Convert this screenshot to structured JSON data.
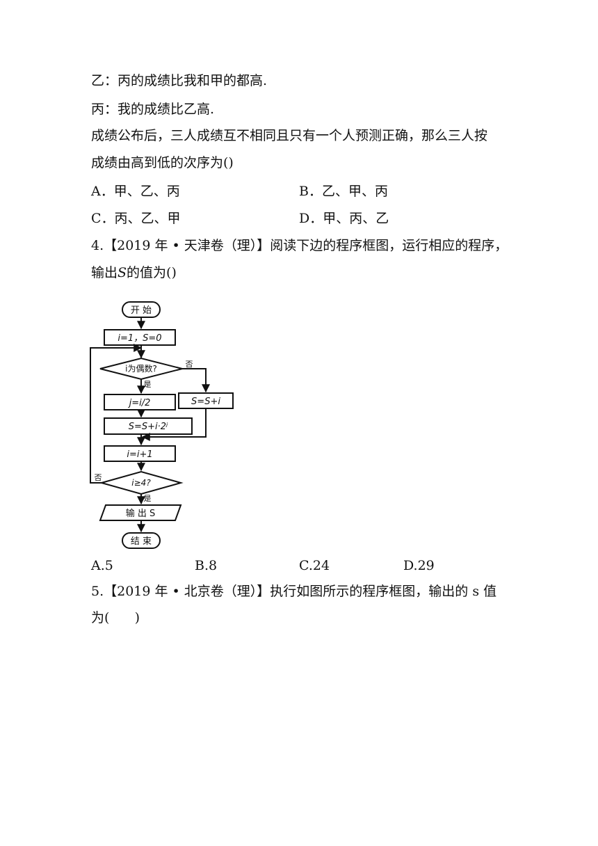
{
  "lines": {
    "l1": "乙：丙的成绩比我和甲的都高.",
    "l2": "丙：我的成绩比乙高.",
    "l3": "成绩公布后，三人成绩互不相同且只有一个人预测正确，那么三人按",
    "l4": "成绩由高到低的次序为()"
  },
  "q3_options": {
    "a": "A．甲、乙、丙",
    "b": "B．乙、甲、丙",
    "c": "C．丙、乙、甲",
    "d": "D．甲、丙、乙"
  },
  "q4": {
    "line1": "4.【2019 年 • 天津卷（理）】阅读下边的程序框图，运行相应的程序，",
    "line2_pre": "输出",
    "line2_var": "S",
    "line2_post": "的值为()"
  },
  "flowchart": {
    "start": "开 始",
    "init": "i=1，S=0",
    "cond1": "i为偶数?",
    "no1": "否",
    "yes1": "是",
    "assign_j": "j=i/2",
    "odd_branch": "S=S+i",
    "even_update": "S=S+i·2ʲ",
    "increment": "i=i+1",
    "cond2": "i≥4?",
    "no2": "否",
    "yes2": "是",
    "output": "输 出 S",
    "end": "结 束"
  },
  "q4_options": {
    "a": "A.5",
    "b": "B.8",
    "c": "C.24",
    "d": "D.29"
  },
  "q5": {
    "line1": "5.【2019 年 • 北京卷（理）】执行如图所示的程序框图，输出的 s 值",
    "line2": "为(      )"
  }
}
